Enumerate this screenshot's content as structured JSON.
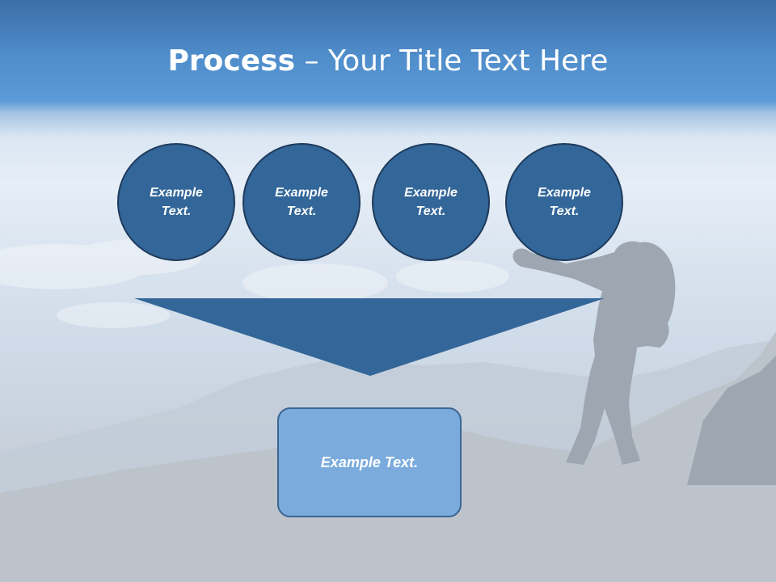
{
  "slide": {
    "title_bold": "Process",
    "title_rest": " – Your Title Text Here",
    "circles": [
      {
        "line1": "Example",
        "line2": "Text."
      },
      {
        "line1": "Example",
        "line2": "Text."
      },
      {
        "line1": "Example",
        "line2": "Text."
      },
      {
        "line1": "Example",
        "line2": "Text."
      }
    ],
    "result_text": "Example Text."
  },
  "colors": {
    "circle_fill": "#336699",
    "funnel_fill": "#336699",
    "result_fill": "#7aabdc",
    "title_text": "#ffffff"
  }
}
